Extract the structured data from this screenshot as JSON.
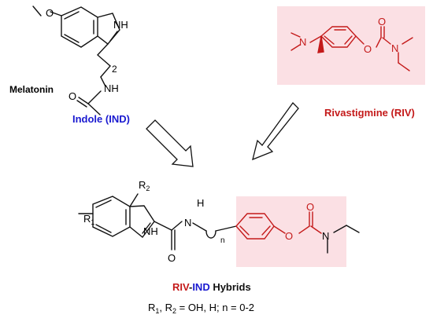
{
  "melatonin": {
    "name": "Melatonin",
    "methoxy_o": "O",
    "nh_ring": "NH",
    "nh_amide": "NH",
    "chain_index": "2",
    "carbonyl_o": "O"
  },
  "indole_caption": {
    "text": "Indole  (IND)",
    "color": "#1a1ad0"
  },
  "rivastigmine": {
    "n_dimethyl": "N",
    "o_ester": "O",
    "o_carbonyl": "O",
    "n_carbamate": "N",
    "caption": "Rivastigmine (RIV)",
    "color": "#d01a1a",
    "highlight": "#fbe0e4"
  },
  "hybrid": {
    "r1": "R",
    "r1_sub": "1",
    "r2": "R",
    "r2_sub": "2",
    "nh_ring": "NH",
    "h_amide": "H",
    "n_amide": "N",
    "o_amide": "O",
    "n_index": "n",
    "o_ester": "O",
    "o_carbonyl": "O",
    "n_carbamate": "N",
    "label_riv": "RIV",
    "label_dash": "-",
    "label_ind": "IND",
    "label_rest": " Hybrids",
    "conditions": {
      "r1": "R",
      "r1_sub": "1",
      "sep": ", ",
      "r2": "R",
      "r2_sub": "2",
      "rest": " =  OH, H;  n = 0-2"
    }
  },
  "colors": {
    "blue": "#1a1ad0",
    "red": "#d01a1a",
    "pink_highlight": "#fbe0e4",
    "bond": "#111111"
  }
}
